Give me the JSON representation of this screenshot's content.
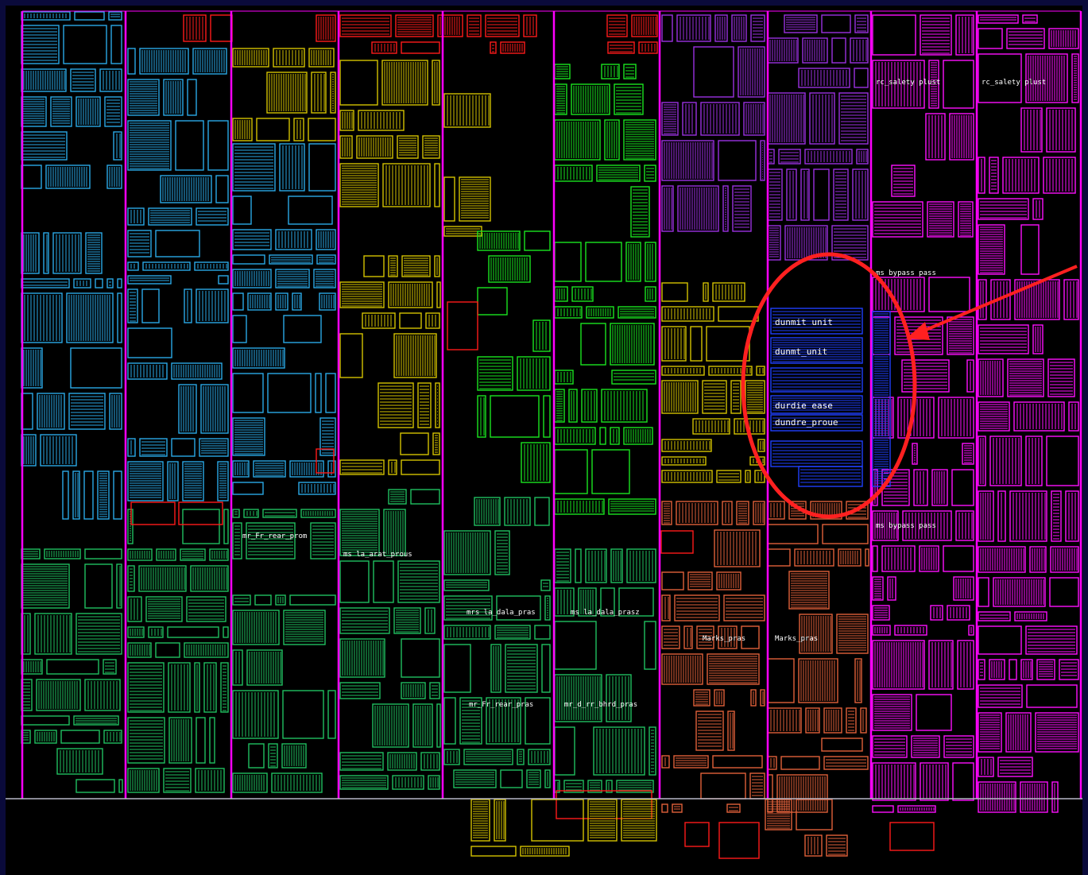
{
  "colors": {
    "frame": "#0b0b3c",
    "background": "#000000",
    "divider": "#ff00ff",
    "cyan": "#2aa9e6",
    "yellow": "#d4c200",
    "red": "#ff1b1b",
    "green": "#19e51f",
    "teal": "#1fc060",
    "purple": "#9b30e0",
    "blue": "#2040ff",
    "orange": "#e0603a",
    "magenta": "#ff10ff",
    "highlight": "#ff2020",
    "white": "#ffffff"
  },
  "layout_labels": {
    "blue_block": [
      "dunmit unit",
      "dunmt_unit",
      "durdie ease",
      "dundre_proue"
    ],
    "magenta_top": [
      "rc_salety plust",
      "rc_salety plust",
      "ms bypass pass",
      "ms bypass pass"
    ],
    "green_mid": [
      "mr_Fr_rear_prom",
      "ms la_arat_prous",
      "mrs la_dala_pras",
      "ms la_dala_prasz",
      "mr_Fr_rear_pras",
      "mr_d_rr_bhrd_pras"
    ],
    "orange_block": [
      "Marks_pras",
      "Marks_pras"
    ]
  }
}
